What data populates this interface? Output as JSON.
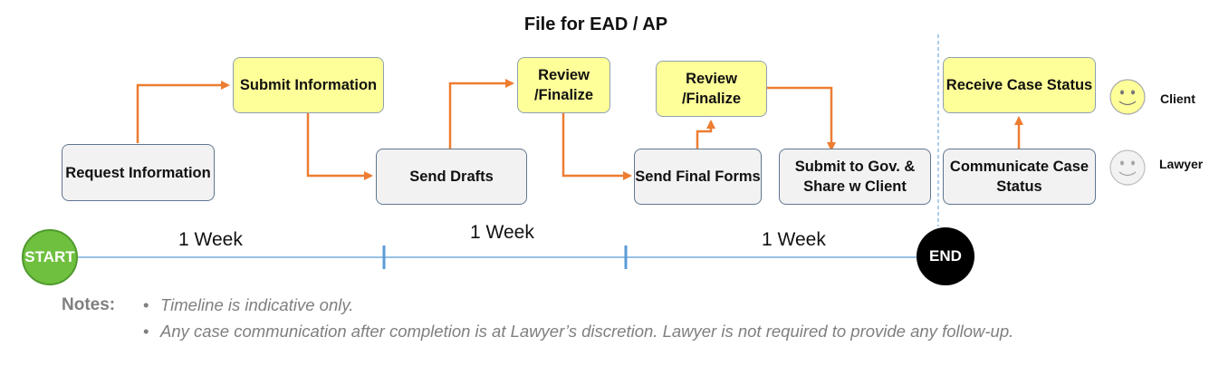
{
  "title": "File for EAD / AP",
  "steps": {
    "request_information": "Request Information",
    "submit_information": "Submit Information",
    "send_drafts": "Send Drafts",
    "review_finalize_1": "Review /Finalize",
    "send_final_forms": "Send Final Forms",
    "review_finalize_2": "Review /Finalize",
    "submit_to_gov": "Submit to Gov. & Share w Client",
    "receive_case_status": "Receive Case Status",
    "communicate_case_status": "Communicate Case Status"
  },
  "legend": {
    "client": "Client",
    "lawyer": "Lawyer"
  },
  "timeline": {
    "start": "START",
    "end": "END",
    "periods": [
      "1 Week",
      "1 Week",
      "1 Week"
    ]
  },
  "notes": {
    "label": "Notes:",
    "items": [
      "Timeline is indicative only.",
      "Any case communication after completion is at Lawyer’s discretion. Lawyer is not required to provide any follow-up."
    ]
  },
  "colors": {
    "client_fill": "#ffff99",
    "lawyer_fill": "#f2f2f2",
    "arrow": "#ed7d31",
    "timeline": "#5b9bd5",
    "start": "#70c040",
    "end": "#000000"
  }
}
